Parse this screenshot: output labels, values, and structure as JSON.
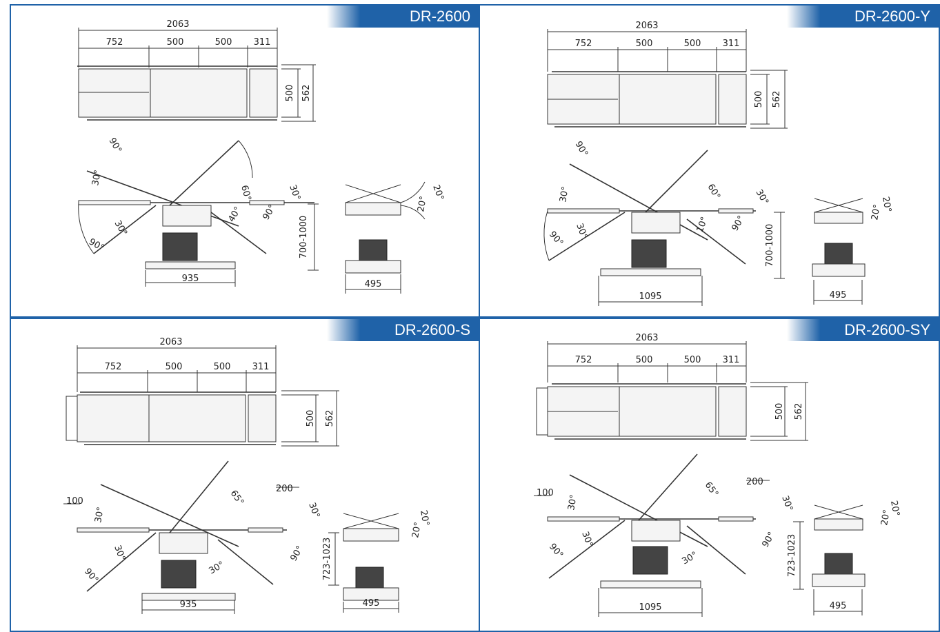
{
  "panels": [
    {
      "model": "DR-2600",
      "top": {
        "total": "2063",
        "seg1": "752",
        "seg2": "500",
        "seg3": "500",
        "seg4": "311",
        "w_inner": "500",
        "w_outer": "562"
      },
      "side": {
        "a1": "90°",
        "a2": "30°",
        "a3": "30°",
        "a4": "90°",
        "a5": "60°",
        "a6": "30°",
        "a7": "40°",
        "a8": "90°",
        "height": "700-1000",
        "base": "935"
      },
      "front": {
        "t1": "20°",
        "t2": "20°",
        "width": "495"
      }
    },
    {
      "model": "DR-2600-Y",
      "top": {
        "total": "2063",
        "seg1": "752",
        "seg2": "500",
        "seg3": "500",
        "seg4": "311",
        "w_inner": "500",
        "w_outer": "562"
      },
      "side": {
        "a1": "90°",
        "a2": "30°",
        "a3": "30°",
        "a4": "90°",
        "a5": "60°",
        "a6": "30°",
        "a7": "10°",
        "a8": "90°",
        "height": "700-1000",
        "base": "1095"
      },
      "front": {
        "t1": "20°",
        "t2": "20°",
        "width": "495"
      }
    },
    {
      "model": "DR-2600-S",
      "top": {
        "total": "2063",
        "seg1": "752",
        "seg2": "500",
        "seg3": "500",
        "seg4": "311",
        "w_inner": "500",
        "w_outer": "562"
      },
      "side": {
        "a1": "90°",
        "a2": "30°",
        "a3": "30°",
        "a4": "100",
        "a5": "65°",
        "a6": "30°",
        "a7": "30°",
        "a8": "90°",
        "a9": "200",
        "height": "723-1023",
        "base": "935"
      },
      "front": {
        "t1": "20°",
        "t2": "20°",
        "width": "495"
      }
    },
    {
      "model": "DR-2600-SY",
      "top": {
        "total": "2063",
        "seg1": "752",
        "seg2": "500",
        "seg3": "500",
        "seg4": "311",
        "w_inner": "500",
        "w_outer": "562"
      },
      "side": {
        "a1": "90°",
        "a2": "30°",
        "a3": "30°",
        "a4": "100",
        "a5": "65°",
        "a6": "30°",
        "a7": "30°",
        "a8": "90°",
        "a9": "200",
        "height": "723-1023",
        "base": "1095"
      },
      "front": {
        "t1": "20°",
        "t2": "20°",
        "width": "495"
      }
    }
  ]
}
